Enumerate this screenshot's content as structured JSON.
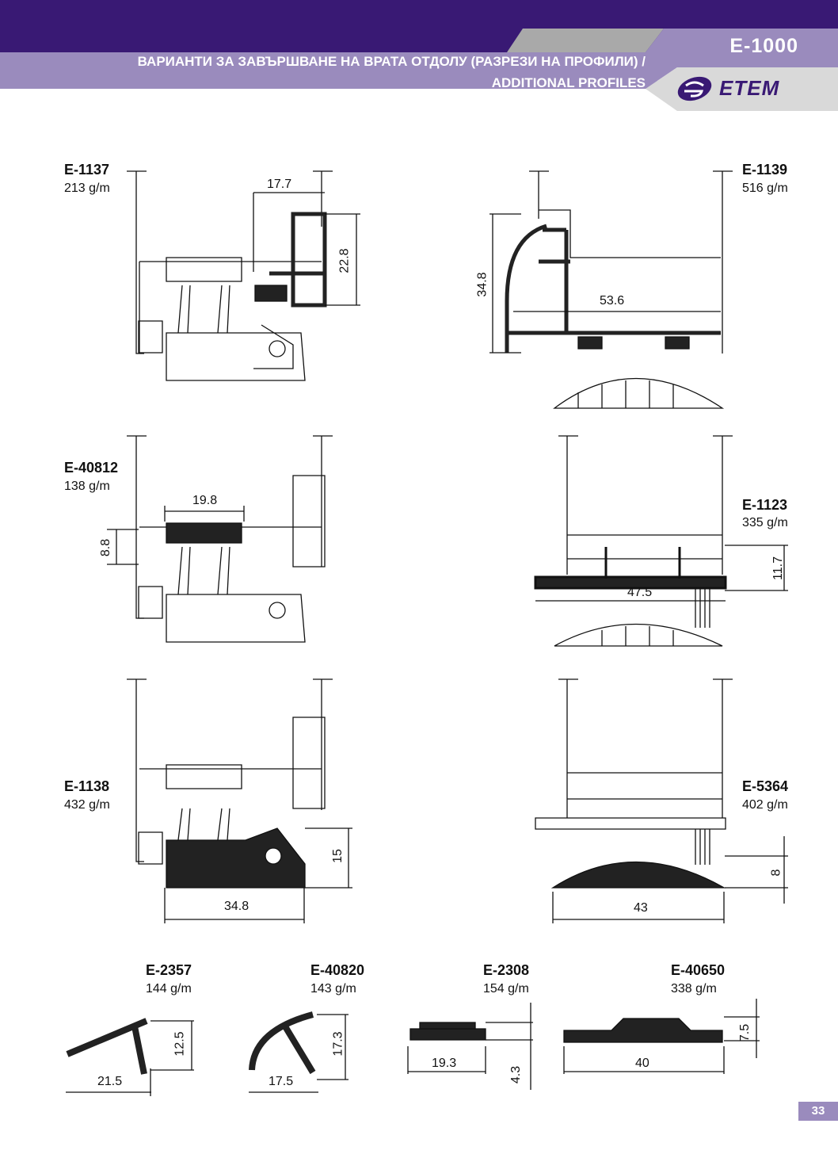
{
  "header": {
    "title_bg": "ВАРИАНТИ ЗА ЗАВЪРШВАНЕ НА ВРАТА ОТДОЛУ (РАЗРЕЗИ НА ПРОФИЛИ) /",
    "title_en": "ADDITIONAL PROFILES",
    "series_code": "E-1000",
    "logo_text": "ETEM"
  },
  "colors": {
    "dark_purple": "#391974",
    "light_purple": "#9a8bbd",
    "gray": "#a9a9a9",
    "light_gray": "#d9d9d9"
  },
  "profiles": [
    {
      "name": "E-1137",
      "weight": "213 g/m",
      "dims": [
        "17.7",
        "22.8"
      ]
    },
    {
      "name": "E-1139",
      "weight": "516 g/m",
      "dims": [
        "34.8",
        "53.6"
      ]
    },
    {
      "name": "E-40812",
      "weight": "138 g/m",
      "dims": [
        "19.8",
        "8.8"
      ]
    },
    {
      "name": "E-1123",
      "weight": "335 g/m",
      "dims": [
        "11.7",
        "47.5"
      ]
    },
    {
      "name": "E-1138",
      "weight": "432 g/m",
      "dims": [
        "15",
        "34.8"
      ]
    },
    {
      "name": "E-5364",
      "weight": "402 g/m",
      "dims": [
        "8",
        "43"
      ]
    },
    {
      "name": "E-2357",
      "weight": "144 g/m",
      "dims": [
        "12.5",
        "21.5"
      ]
    },
    {
      "name": "E-40820",
      "weight": "143 g/m",
      "dims": [
        "17.3",
        "17.5"
      ]
    },
    {
      "name": "E-2308",
      "weight": "154 g/m",
      "dims": [
        "19.3",
        "4.3"
      ]
    },
    {
      "name": "E-40650",
      "weight": "338 g/m",
      "dims": [
        "7.5",
        "40"
      ]
    }
  ],
  "page_number": "33"
}
